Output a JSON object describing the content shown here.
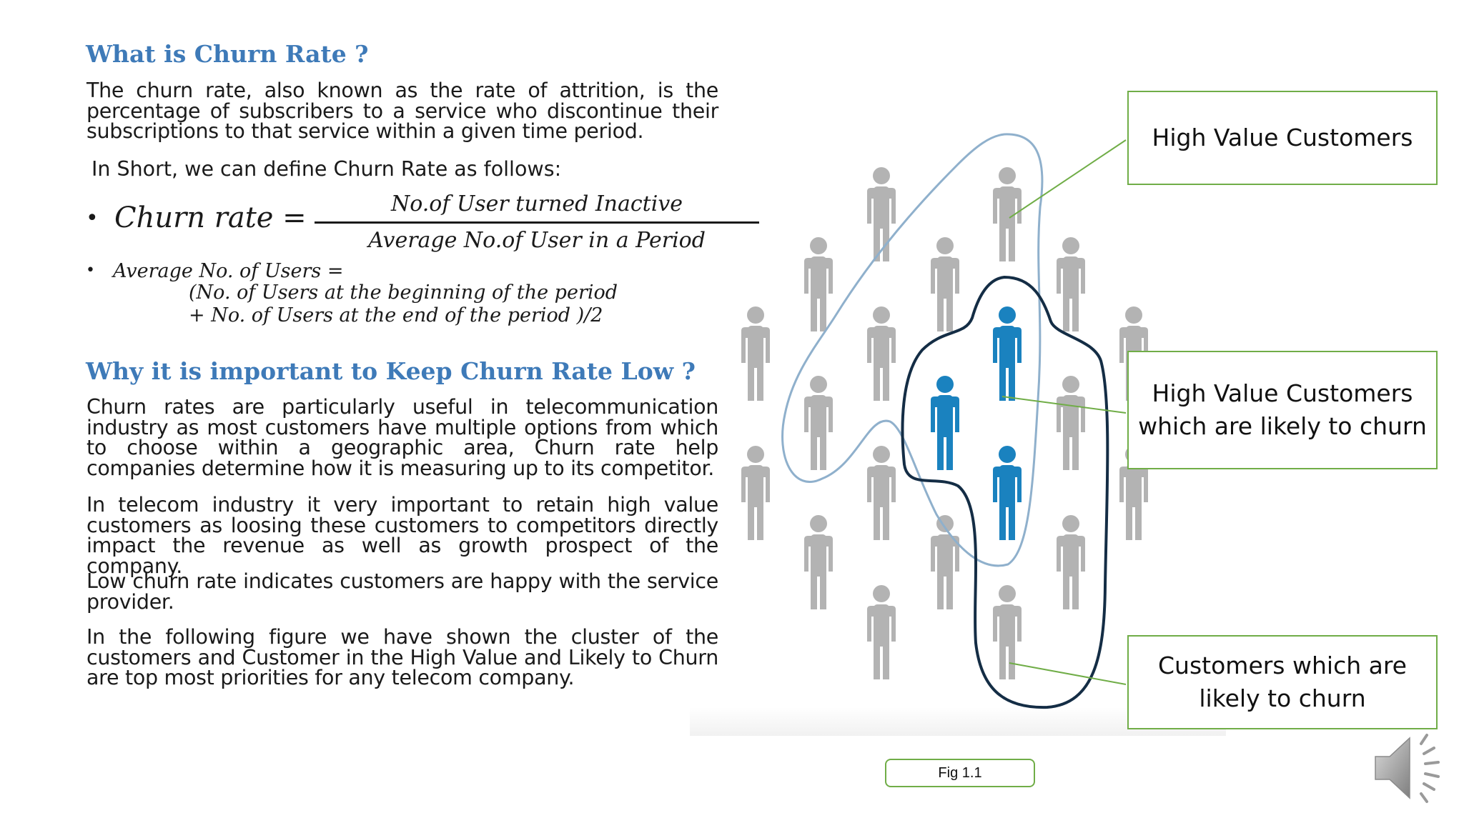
{
  "heading1": "What is Churn Rate ?",
  "definition": "The churn rate, also known as the rate of attrition, is the percentage of subscribers to a service who discontinue their subscriptions to that service within a given time period.",
  "in_short": "In Short, we can define Churn Rate as follows:",
  "formula": {
    "lhs": "Churn rate =",
    "numerator": "No.of User turned Inactive",
    "denominator": "Average No.of User in a Period"
  },
  "formula2": {
    "lhs": "Average No. of Users =",
    "line1": "(No. of Users at the beginning of the period",
    "line2": "+ No. of Users at the end of the period )/2"
  },
  "heading2": "Why it is important to Keep Churn Rate Low ?",
  "paragraphs": [
    "Churn rates are particularly useful in telecommunication industry as most customers have multiple options from which to choose within a geographic area, Churn rate help companies determine how it is measuring up to its competitor.",
    "In telecom industry it very important to retain high value customers as loosing these customers to competitors directly impact the revenue as well as growth prospect of the company.",
    "Low churn rate indicates customers are happy with the service provider.",
    "In the following figure we have shown the cluster of the customers and Customer in the High Value and Likely to Churn are top most priorities for any telecom  company."
  ],
  "labels": {
    "high_value": "High Value Customers",
    "high_value_churn_1": "High Value Customers",
    "high_value_churn_2": "which are likely to churn",
    "likely_churn_1": "Customers which are",
    "likely_churn_2": "likely to churn"
  },
  "fig_caption": "Fig 1.1",
  "colors": {
    "heading": "#3e7ab8",
    "person_gray": "#b3b3b3",
    "person_blue": "#1a82bf",
    "callout_border": "#70ad47",
    "outline_light": "#8fb0cc",
    "outline_dark": "#142d45"
  }
}
